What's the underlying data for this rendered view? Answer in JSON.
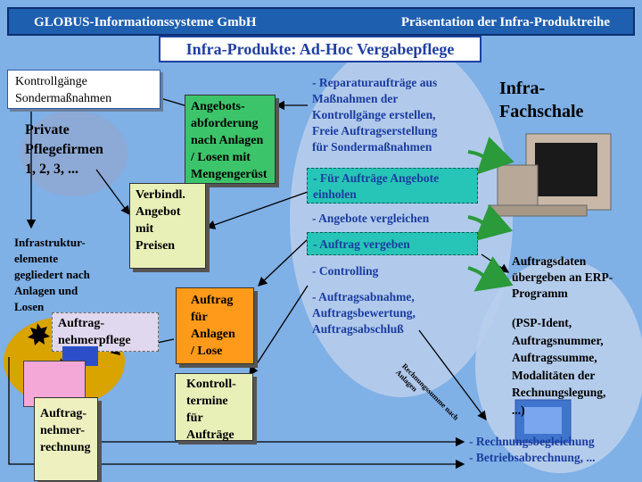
{
  "header": {
    "left": "GLOBUS-Informationssysteme GmbH",
    "right": "Präsentation der Infra-Produktreihe"
  },
  "title": "Infra-Produkte: Ad-Hoc Vergabepflege",
  "kontroll": [
    "Kontrollgänge",
    "Sondermaßnahmen"
  ],
  "private": [
    "Private",
    "Pflegefirmen",
    "1, 2, 3, ..."
  ],
  "angebots": [
    "Angebots-",
    "abforderung",
    "nach Anlagen",
    "/ Losen mit",
    "Mengengerüst"
  ],
  "verbindl": [
    "Verbindl.",
    "Angebot",
    "mit",
    "Preisen"
  ],
  "infrastruktur": [
    "Infrastruktur-",
    "elemente",
    "gegliedert nach",
    "Anlagen und",
    "Losen"
  ],
  "auftragnehmerpflege": [
    "Auftrag-",
    "nehmerpflege"
  ],
  "auftrag_anlagen": [
    "Auftrag",
    "für",
    "Anlagen",
    "/ Lose"
  ],
  "kontrolltermine": [
    "Kontroll-",
    "termine",
    "für",
    "Aufträge"
  ],
  "rechnung": [
    "Auftrag-",
    "nehmer-",
    "rechnung"
  ],
  "infra_label": [
    "Infra-",
    "Fachschale"
  ],
  "steps": {
    "s1": [
      "- Reparaturaufträge aus",
      "Maßnahmen  der",
      "Kontrollgänge erstellen,",
      "Freie Auftragserstellung",
      "für Sondermaßnahmen"
    ],
    "s2": [
      "- Für Aufträge Angebote",
      "einholen"
    ],
    "s3": "- Angebote vergleichen",
    "s4": "- Auftrag vergeben",
    "s5": "- Controlling",
    "s6": [
      "- Auftragsabnahme,",
      "Auftragsbewertung,",
      "Auftragsabschluß"
    ]
  },
  "erp": [
    "Auftragsdaten",
    "übergeben an ERP-",
    "Programm"
  ],
  "psp": [
    "(PSP-Ident,",
    "Auftragsnummer,",
    "Auftragssumme,",
    "Modalitäten der",
    "Rechnungslegung,",
    "...)"
  ],
  "rotated": [
    "Rechnungssumme nach",
    "Anlagen"
  ],
  "bottom": [
    "- Rechnungsbegleichung",
    "- Betriebsabrechnung, ..."
  ]
}
